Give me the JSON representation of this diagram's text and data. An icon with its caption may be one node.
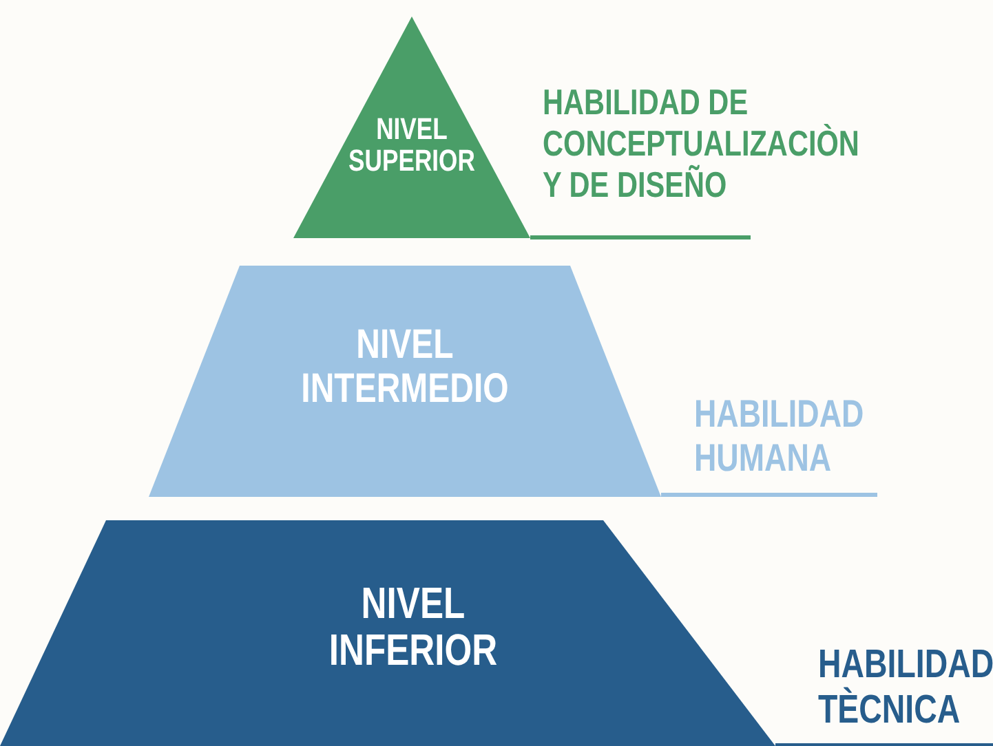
{
  "diagram": {
    "nodes": [
      {
        "text": [
          "NIVEL SUPERIOR"
        ],
        "beside": [
          "HABILIDAD DE CONCEPTUALIZACIÒN Y DE DISEÑO"
        ]
      },
      {
        "text": [
          "NIVEL INTERMEDIO"
        ],
        "beside": [
          "HABILIDAD HUMANA"
        ]
      },
      {
        "text": [
          "NIVEL INFERIOR"
        ],
        "beside": [
          "HABILIDAD TÈCNICA"
        ]
      }
    ],
    "edges": []
  }
}
